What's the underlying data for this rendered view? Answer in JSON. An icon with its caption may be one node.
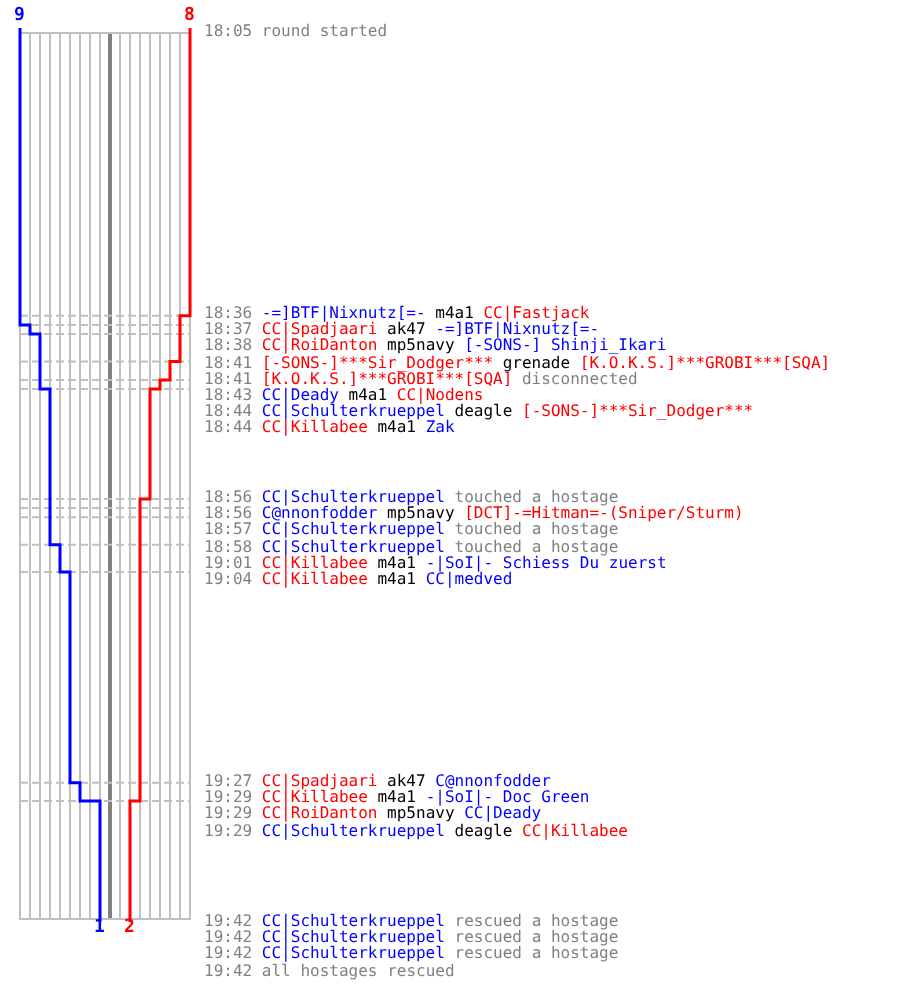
{
  "diagram": {
    "labels": [
      "9",
      "8",
      "18:05 round started",
      "18:36 -=]BTF|Nixnutz[=- m4a1 CC|Fastjack",
      "18:37 CC|Spadjaari ak47 -=]BTF|Nixnutz[=-",
      "18:38 CC|RoiDanton mp5navy [-SONS-] Shinji_Ikari",
      "18:41 [-SONS-]***Sir_Dodger*** grenade [K.O.K.S.]***GROBI***[SQA]",
      "18:41 [K.O.K.S.]***GROBI***[SQA] disconnected",
      "18:43 CC|Deady m4a1 CC|Nodens",
      "18:44 CC|Schulterkrueppel deagle [-SONS-]***Sir_Dodger***",
      "18:44 CC|Killabee m4a1 Zak",
      "18:56 CC|Schulterkrueppel touched a hostage",
      "18:56 C@nnonfodder mp5navy [DCT]-=Hitman=-(Sniper/Sturm)",
      "18:57 CC|Schulterkrueppel touched a hostage",
      "18:58 CC|Schulterkrueppel touched a hostage",
      "19:01 CC|Killabee m4a1 -|SoI|- Schiess Du zuerst",
      "19:04 CC|Killabee m4a1 CC|medved",
      "19:27 CC|Spadjaari ak47 C@nnonfodder",
      "19:29 CC|Killabee m4a1 -|SoI|- Doc Green",
      "19:29 CC|RoiDanton mp5navy CC|Deady",
      "19:29 CC|Schulterkrueppel deagle CC|Killabee",
      "1",
      "2",
      "19:42 CC|Schulterkrueppel rescued a hostage",
      "19:42 CC|Schulterkrueppel rescued a hostage",
      "19:42 CC|Schulterkrueppel rescued a hostage",
      "19:42 all hostages rescued"
    ]
  }
}
